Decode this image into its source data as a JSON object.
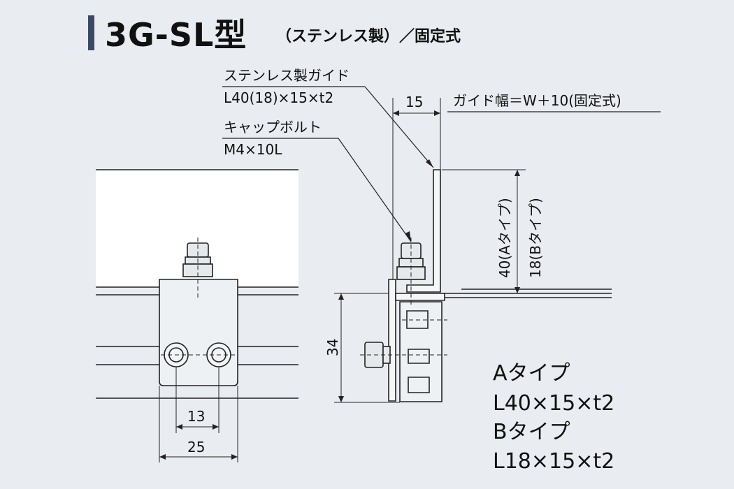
{
  "title": {
    "main": "3G-SL型",
    "sub": "（ステンレス製）／固定式"
  },
  "callouts": {
    "guide_name": "ステンレス製ガイド",
    "guide_spec": "L40(18)×15×t2",
    "bolt_name": "キャップボルト",
    "bolt_spec": "M4×10L",
    "guide_width": "ガイド幅＝W＋10(固定式)"
  },
  "dimensions": {
    "d15": "15",
    "d34": "34",
    "d13": "13",
    "d25": "25",
    "height_a": "40(Aタイプ)",
    "height_b": "18(Bタイプ)"
  },
  "types": {
    "a_name": "Aタイプ",
    "a_spec": "L40×15×t2",
    "b_name": "Bタイプ",
    "b_spec": "L18×15×t2"
  },
  "colors": {
    "background": "#e9ecf0",
    "panel": "#ffffff",
    "line": "#222222",
    "accent": "#3a4a66"
  }
}
